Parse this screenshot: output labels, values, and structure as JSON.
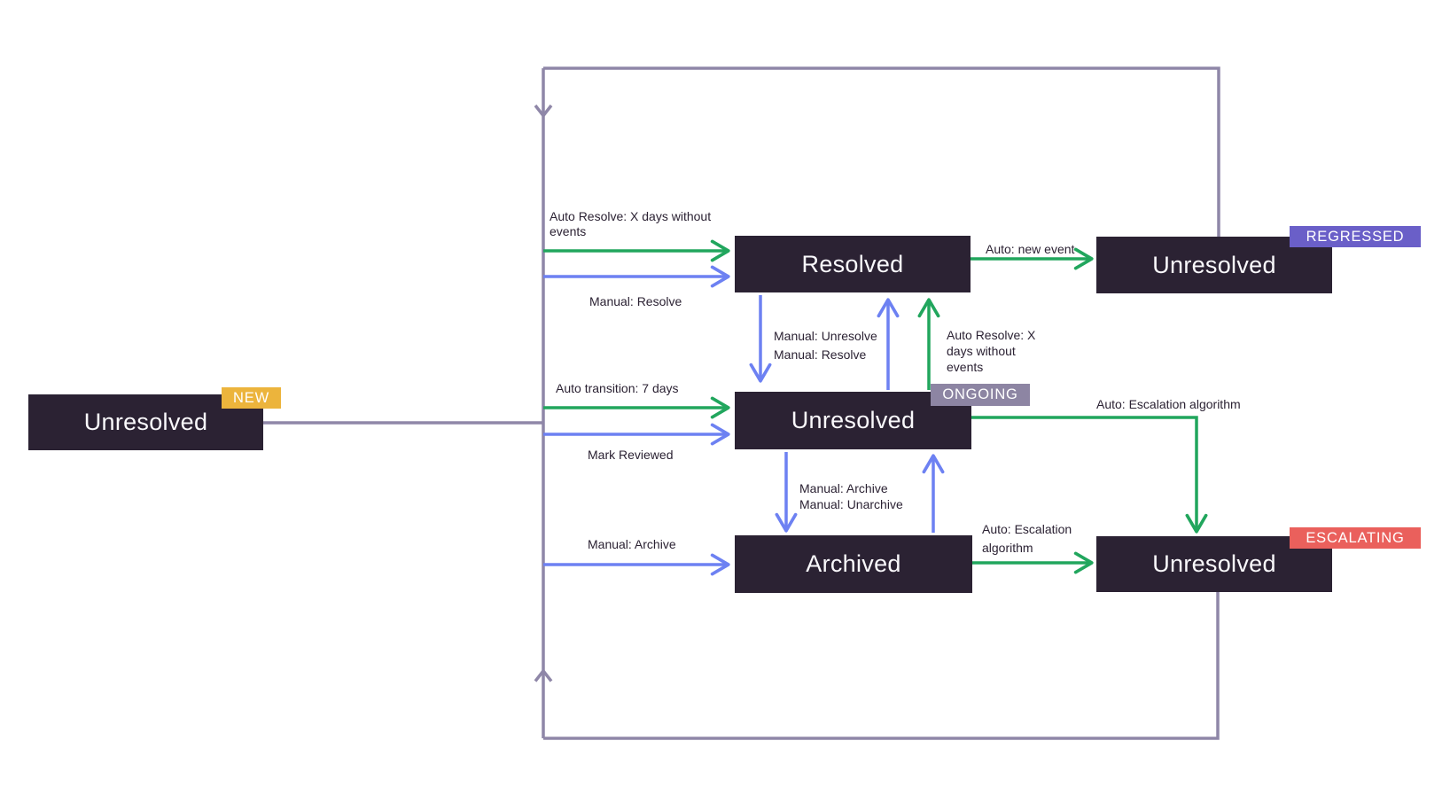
{
  "colors": {
    "background": "#ffffff",
    "box_fill": "#2b2233",
    "box_text": "#faf9fc",
    "auto_green": "#21a65d",
    "manual_blue": "#6d81f2",
    "loop_purple": "#8f87a8",
    "label_text": "#2b2233",
    "badge_new": "#ecb43c",
    "badge_regressed": "#6a5fc8",
    "badge_ongoing": "#8d85a3",
    "badge_escalating": "#ea605c"
  },
  "states": [
    {
      "id": "unresolved-new",
      "label": "Unresolved",
      "badge": "NEW"
    },
    {
      "id": "resolved",
      "label": "Resolved",
      "badge": ""
    },
    {
      "id": "unresolved-regressed",
      "label": "Unresolved",
      "badge": "REGRESSED"
    },
    {
      "id": "unresolved-ongoing",
      "label": "Unresolved",
      "badge": "ONGOING"
    },
    {
      "id": "archived",
      "label": "Archived",
      "badge": ""
    },
    {
      "id": "unresolved-escalating",
      "label": "Unresolved",
      "badge": "ESCALATING"
    }
  ],
  "transition_labels": {
    "auto_resolve_into_resolved": [
      "Auto Resolve: X days without",
      "events"
    ],
    "manual_resolve_into_resolved": "Manual: Resolve",
    "auto_new_event": "Auto: new event",
    "manual_unresolve_block": [
      "Manual: Unresolve",
      "Manual: Resolve"
    ],
    "auto_resolve_from_ongoing": [
      "Auto Resolve: X",
      "days without",
      "events"
    ],
    "auto_transition_7_days": "Auto transition: 7 days",
    "mark_reviewed": "Mark Reviewed",
    "manual_archive_block": [
      "Manual: Archive",
      "Manual: Unarchive"
    ],
    "manual_archive_into_archived": "Manual: Archive",
    "auto_escalation_top": "Auto: Escalation algorithm",
    "auto_escalation_bottom": [
      "Auto: Escalation",
      "algorithm"
    ]
  }
}
